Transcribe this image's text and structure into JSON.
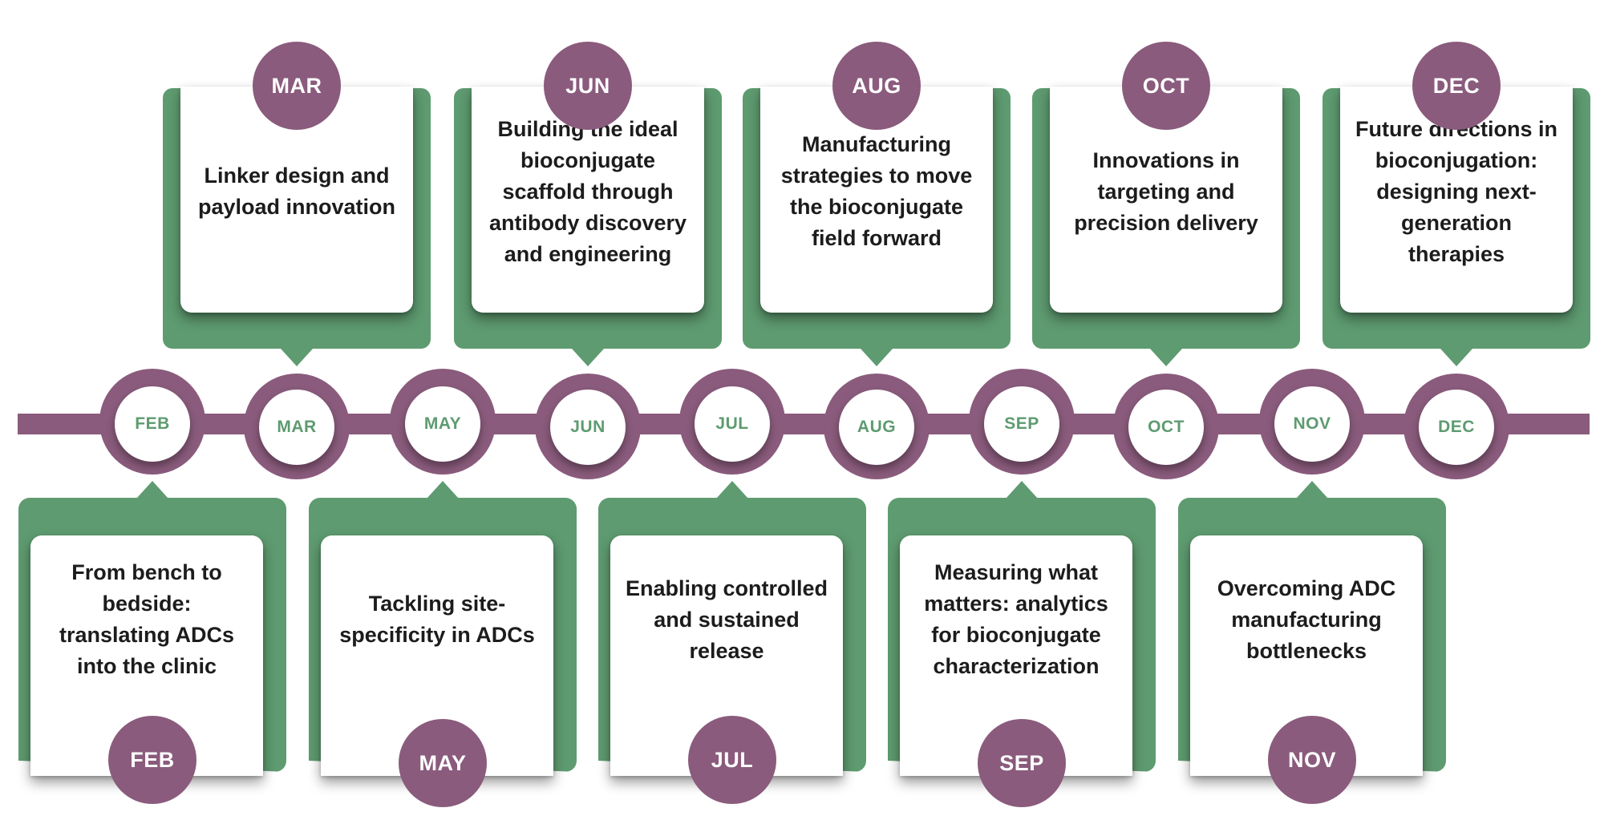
{
  "colors": {
    "purple": "#8a5b7c",
    "green": "#5e9b70",
    "white": "#ffffff",
    "text": "#1c1c1c"
  },
  "timeline_nodes": [
    "FEB",
    "MAR",
    "MAY",
    "JUN",
    "JUL",
    "AUG",
    "SEP",
    "OCT",
    "NOV",
    "DEC"
  ],
  "top_cards": [
    {
      "month": "MAR",
      "text": "Linker design and payload innovation"
    },
    {
      "month": "JUN",
      "text": "Building the ideal bioconjugate scaffold through antibody discovery and engineering"
    },
    {
      "month": "AUG",
      "text": "Manufacturing strategies to move the bioconjugate field forward"
    },
    {
      "month": "OCT",
      "text": "Innovations in targeting and precision delivery"
    },
    {
      "month": "DEC",
      "text": "Future directions in bioconjugation: designing next-generation therapies"
    }
  ],
  "bottom_cards": [
    {
      "month": "FEB",
      "text": "From bench to bedside: translating ADCs into the clinic"
    },
    {
      "month": "MAY",
      "text": "Tackling site-specificity in ADCs"
    },
    {
      "month": "JUL",
      "text": "Enabling controlled and sustained release"
    },
    {
      "month": "SEP",
      "text": "Measuring what matters: analytics for bioconjugate characterization"
    },
    {
      "month": "NOV",
      "text": "Overcoming ADC manufacturing bottlenecks"
    }
  ]
}
